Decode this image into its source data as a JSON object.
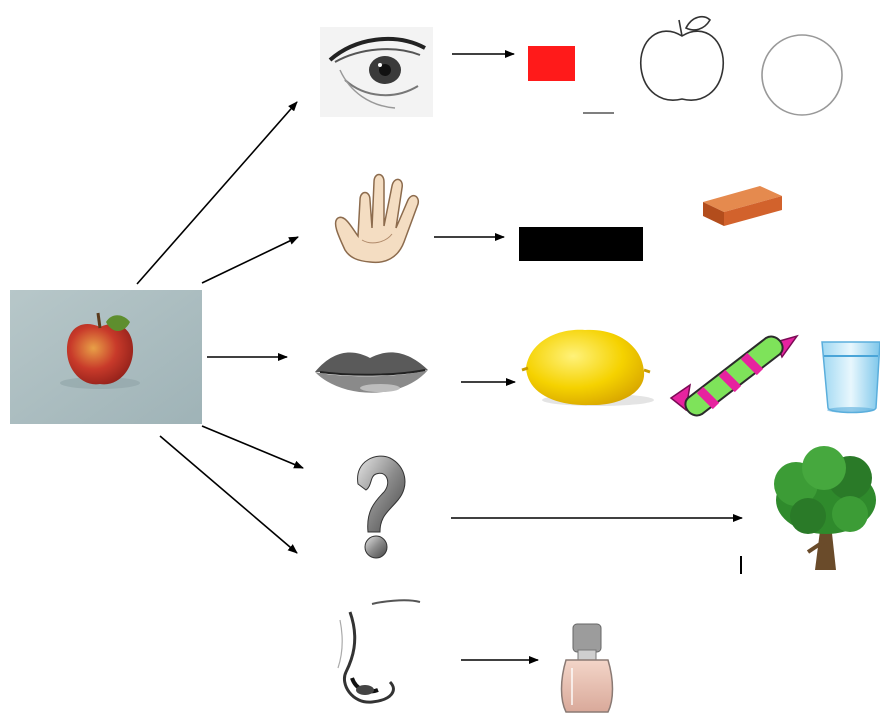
{
  "diagram": {
    "center_image": {
      "icon": "apple-photo-icon",
      "subject": "apple"
    },
    "rows": [
      {
        "sense": "sight",
        "organ_icon": "eye-icon",
        "results": [
          "red-rectangle-icon",
          "apple-outline-icon",
          "circle-outline-icon"
        ]
      },
      {
        "sense": "touch",
        "organ_icon": "hand-icon",
        "results": [
          "black-bar-icon",
          "brick-icon"
        ]
      },
      {
        "sense": "taste",
        "organ_icon": "lips-icon",
        "results": [
          "lemon-icon",
          "candy-icon",
          "water-glass-icon"
        ]
      },
      {
        "sense": "unknown",
        "organ_icon": "question-mark-icon",
        "results": [
          "tree-icon"
        ]
      },
      {
        "sense": "smell",
        "organ_icon": "nose-icon",
        "results": [
          "perfume-bottle-icon"
        ]
      }
    ],
    "colors": {
      "red_block": "#ff1a1a",
      "black_bar": "#000000",
      "brick": "#d2622c",
      "lemon": "#f5d200",
      "candy_green": "#7ee35a",
      "candy_pink": "#e6239f",
      "tree_green": "#2f8a2c",
      "apple_red": "#c4302b",
      "photo_bg": "#a9bcc0"
    }
  }
}
